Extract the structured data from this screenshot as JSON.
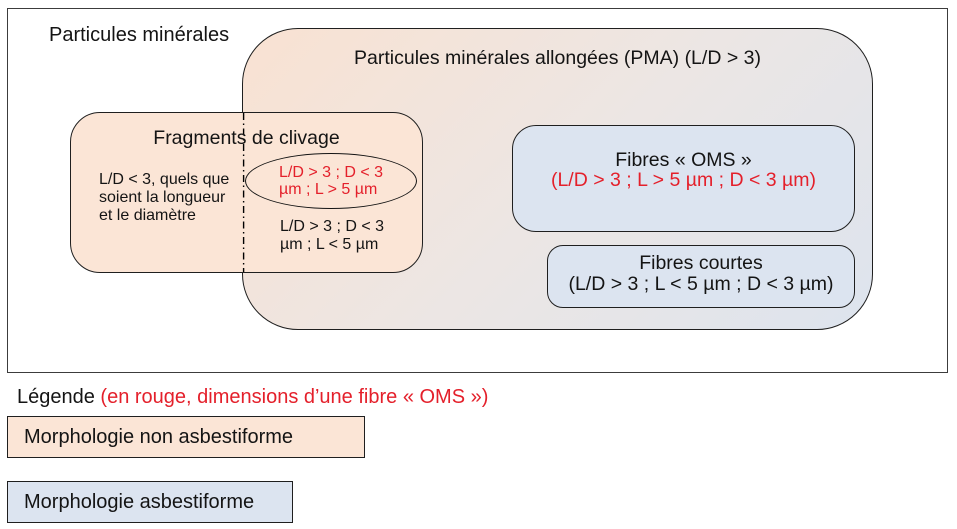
{
  "colors": {
    "non_asbestiform_fill": "#fbe5d6",
    "asbestiform_fill": "#dce4f0",
    "oms_red": "#e4202b",
    "pma_gradient_start": "#f9e2d2",
    "pma_gradient_end": "#dde4ee",
    "border": "#1f1f1f"
  },
  "outer": {
    "label": "Particules minérales"
  },
  "pma": {
    "title": "Particules minérales allongées (PMA) (L/D > 3)"
  },
  "fragments": {
    "title": "Fragments de clivage",
    "left_criteria": "L/D < 3, quels que\nsoient la longueur\net le diamètre",
    "ellipse_criteria": "L/D > 3 ; D < 3\nµm ; L > 5 µm",
    "below_criteria": "L/D > 3 ; D < 3\nµm ; L < 5 µm"
  },
  "fibres_oms": {
    "title": "Fibres « OMS »",
    "dimensions": "(L/D > 3 ; L > 5 µm ; D < 3 µm)"
  },
  "fibres_courtes": {
    "title": "Fibres courtes",
    "dimensions": "(L/D > 3 ; L < 5 µm ; D < 3 µm)"
  },
  "legend": {
    "prefix": "Légende ",
    "note": "(en rouge, dimensions d’une fibre « OMS »)",
    "items": [
      {
        "label": "Morphologie non asbestiforme"
      },
      {
        "label": "Morphologie asbestiforme"
      }
    ]
  }
}
